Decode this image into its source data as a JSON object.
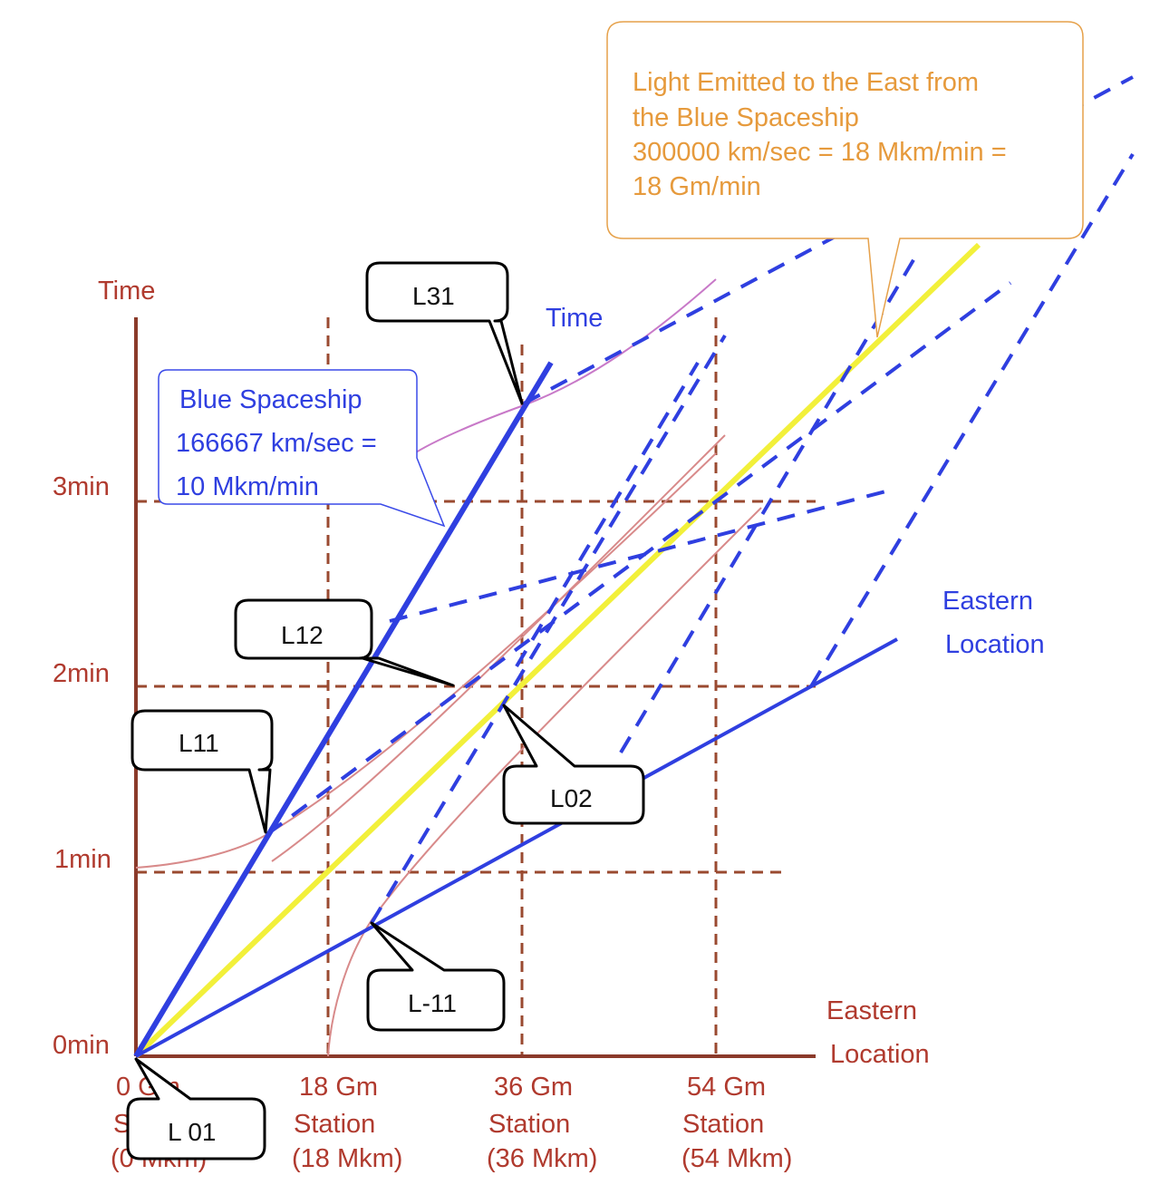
{
  "axes": {
    "y_title": "Time",
    "y_ticks": [
      "0min",
      "1min",
      "2min",
      "3min"
    ],
    "x_title_line1": "Eastern",
    "x_title_line2": "Location",
    "x_ticks": [
      {
        "line1": "0 Gm",
        "line2": "Station",
        "line3": "(0 Mkm)"
      },
      {
        "line1": "18 Gm",
        "line2": "Station",
        "line3": "(18 Mkm)"
      },
      {
        "line1": "36 Gm",
        "line2": "Station",
        "line3": "(36 Mkm)"
      },
      {
        "line1": "54 Gm",
        "line2": "Station",
        "line3": "(54 Mkm)"
      }
    ]
  },
  "frame_labels": {
    "ship_time": "Time",
    "ship_location_line1": "Eastern",
    "ship_location_line2": "Location"
  },
  "callouts": {
    "blue_ship": {
      "line1": "Blue Spaceship",
      "line2": "166667 km/sec =",
      "line3": "10 Mkm/min"
    },
    "light": {
      "line1": "Light Emitted to the East from",
      "line2": "the Blue Spaceship",
      "line3": "300000 km/sec = 18 Mkm/min =",
      "line4": "18 Gm/min"
    }
  },
  "event_labels": {
    "L31": "L31",
    "L12": "L12",
    "L11": "L11",
    "L02": "L02",
    "Lm11": "L-11",
    "L01": "L 01"
  },
  "colors": {
    "axis": "#8b3a2a",
    "grid": "#9a4a30",
    "ship": "#2f3fe0",
    "light": "#f2f03a",
    "hyperbola": "#d88a8a",
    "orange": "#e69a3c"
  }
}
